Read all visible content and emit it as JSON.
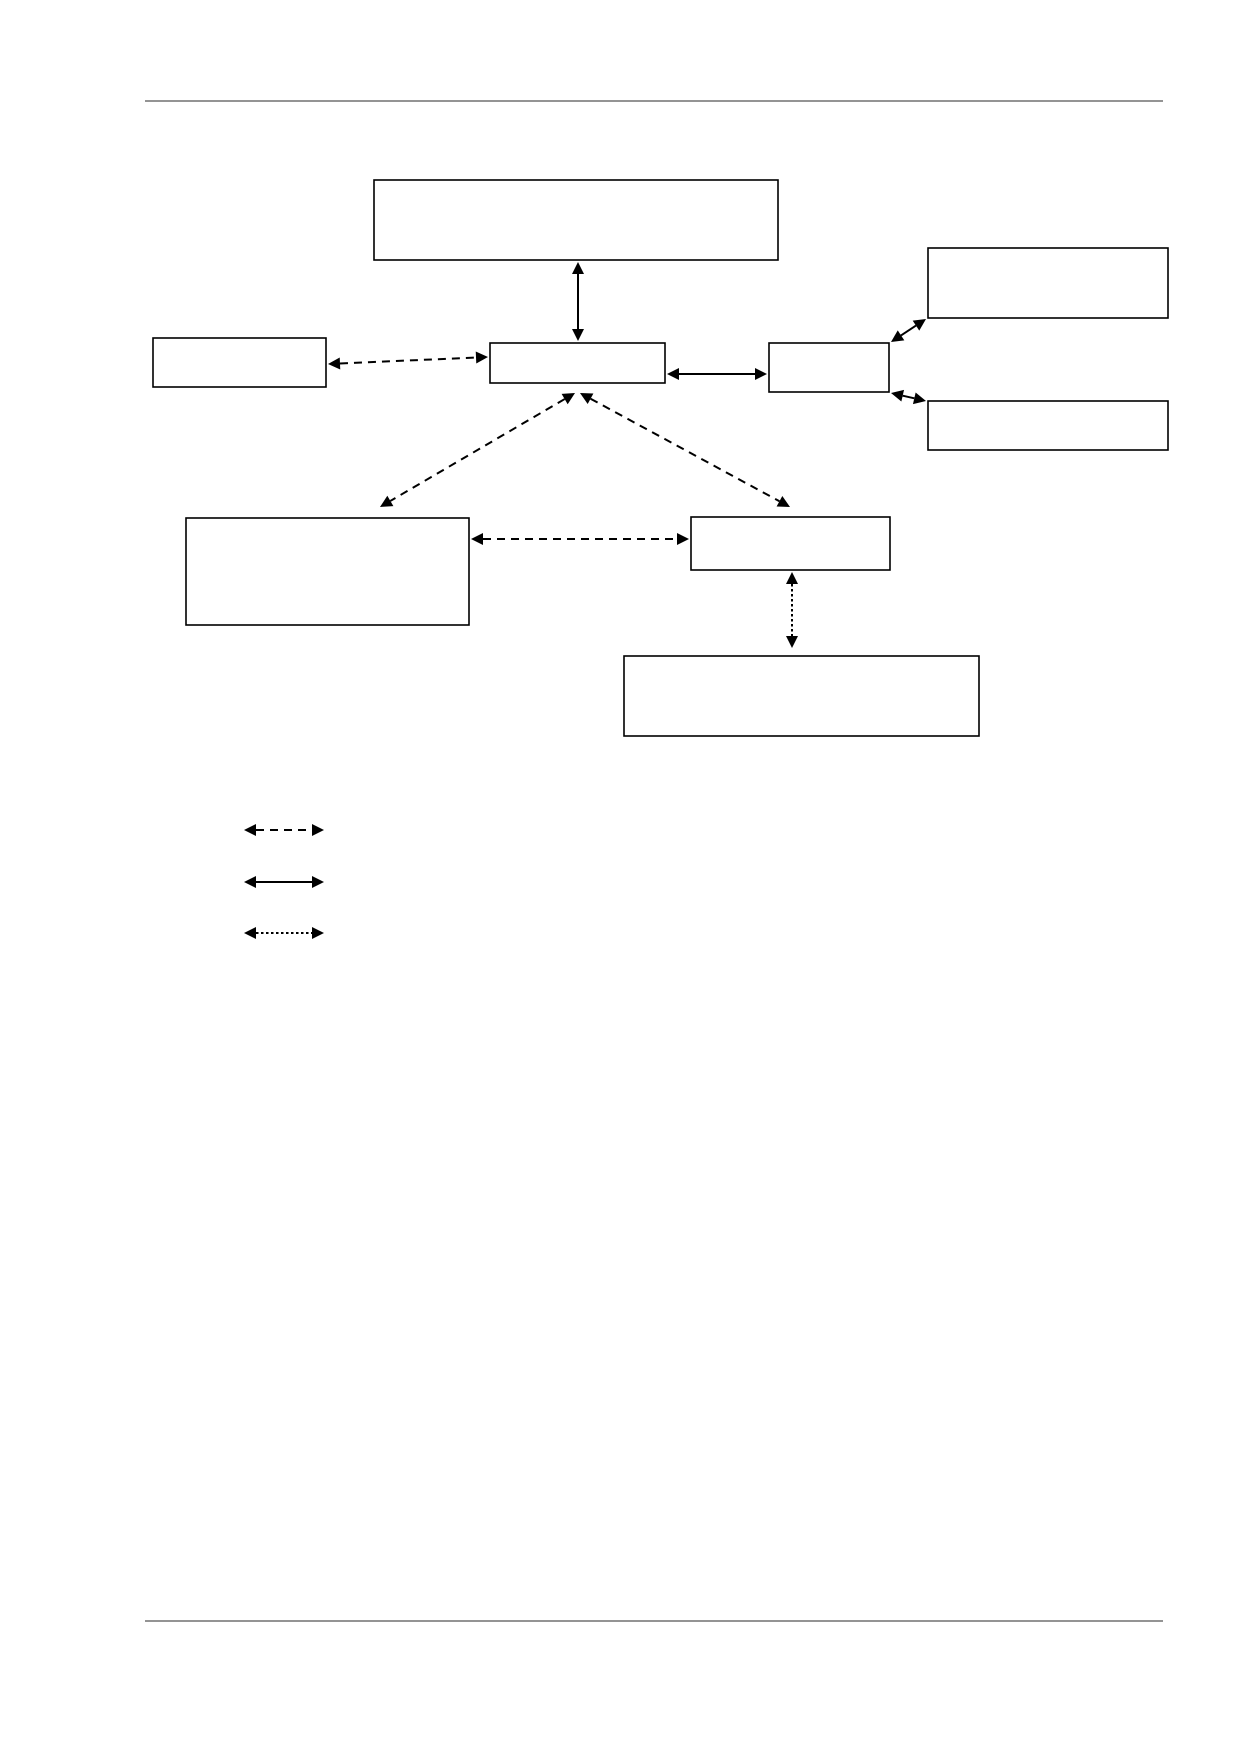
{
  "page": {
    "header_rule": true,
    "footer_rule": true
  },
  "diagram": {
    "nodes": [
      {
        "id": "top-wide",
        "label": ""
      },
      {
        "id": "left-small",
        "label": ""
      },
      {
        "id": "center-hub",
        "label": ""
      },
      {
        "id": "right-hub",
        "label": ""
      },
      {
        "id": "right-top",
        "label": ""
      },
      {
        "id": "right-bottom",
        "label": ""
      },
      {
        "id": "lower-left",
        "label": ""
      },
      {
        "id": "lower-center",
        "label": ""
      },
      {
        "id": "bottom-wide",
        "label": ""
      }
    ],
    "edges": [
      {
        "from": "top-wide",
        "to": "center-hub",
        "style": "solid"
      },
      {
        "from": "left-small",
        "to": "center-hub",
        "style": "dashed"
      },
      {
        "from": "center-hub",
        "to": "right-hub",
        "style": "solid"
      },
      {
        "from": "right-hub",
        "to": "right-top",
        "style": "solid"
      },
      {
        "from": "right-hub",
        "to": "right-bottom",
        "style": "solid"
      },
      {
        "from": "center-hub",
        "to": "lower-left",
        "style": "dashed"
      },
      {
        "from": "center-hub",
        "to": "lower-center",
        "style": "dashed"
      },
      {
        "from": "lower-left",
        "to": "lower-center",
        "style": "dashed"
      },
      {
        "from": "lower-center",
        "to": "bottom-wide",
        "style": "dotted"
      }
    ]
  },
  "legend": {
    "items": [
      {
        "style": "dashed",
        "label": ""
      },
      {
        "style": "solid",
        "label": ""
      },
      {
        "style": "dotted",
        "label": ""
      }
    ]
  }
}
